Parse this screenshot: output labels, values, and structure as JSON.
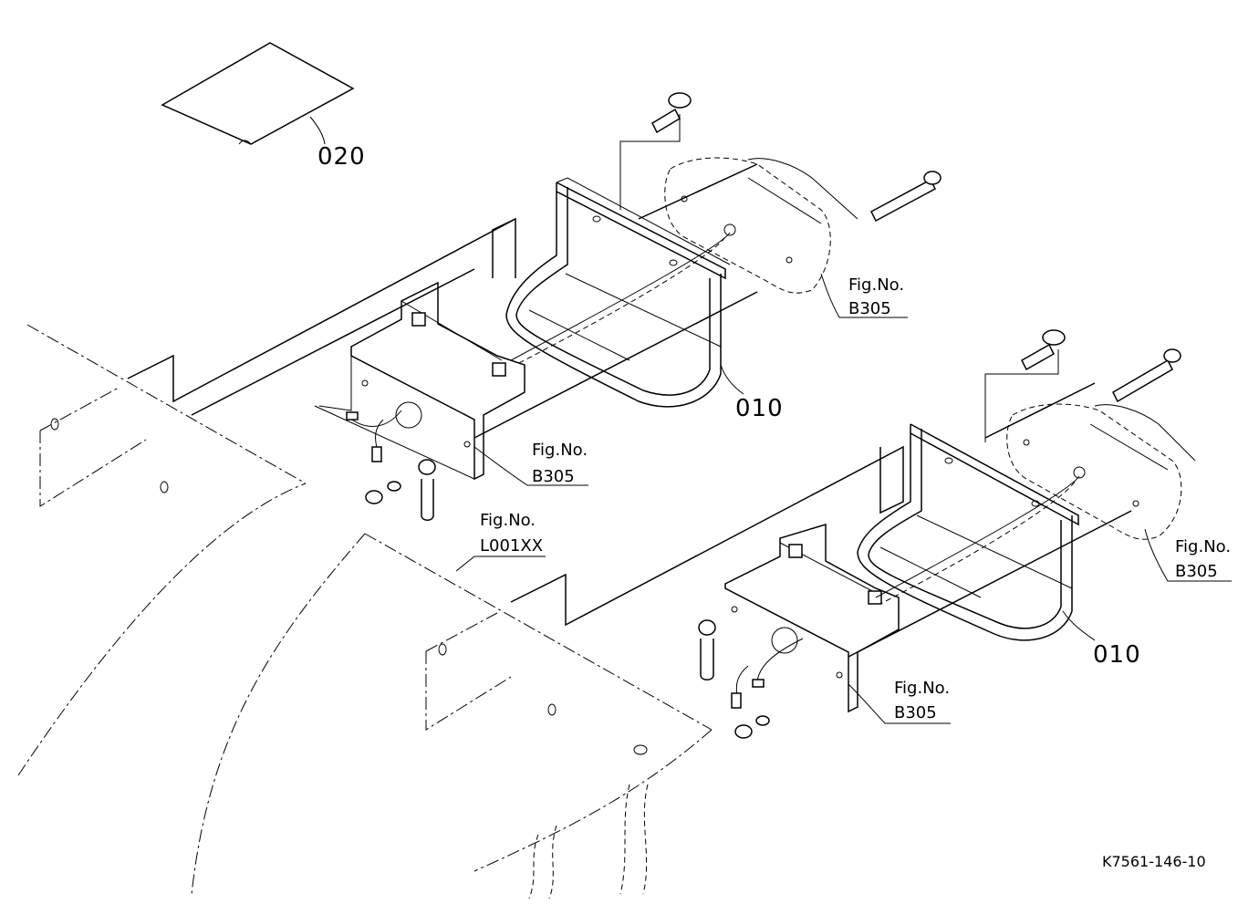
{
  "parts": {
    "seal": "020",
    "handle_upper": "010",
    "handle_lower": "010"
  },
  "references": {
    "ref1": {
      "label": "Fig.No.",
      "number": "B305"
    },
    "ref2": {
      "label": "Fig.No.",
      "number": "B305"
    },
    "ref3": {
      "label": "Fig.No.",
      "number": "L001XX"
    },
    "ref4": {
      "label": "Fig.No.",
      "number": "B305"
    },
    "ref5": {
      "label": "Fig.No.",
      "number": "B305"
    }
  },
  "drawing_code": "K7561-146-10"
}
